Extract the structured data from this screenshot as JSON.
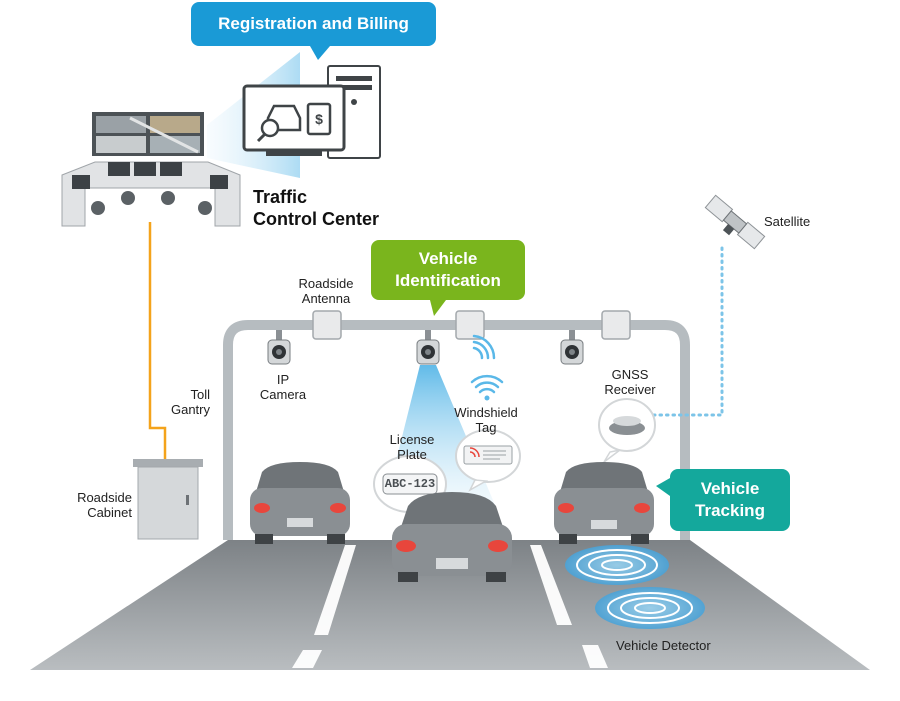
{
  "callouts": {
    "registration": "Registration and Billing",
    "identification_line1": "Vehicle",
    "identification_line2": "Identification",
    "tracking_line1": "Vehicle",
    "tracking_line2": "Tracking"
  },
  "labels": {
    "traffic_control_line1": "Traffic",
    "traffic_control_line2": "Control Center",
    "satellite": "Satellite",
    "roadside_antenna_line1": "Roadside",
    "roadside_antenna_line2": "Antenna",
    "ip_camera_line1": "IP",
    "ip_camera_line2": "Camera",
    "toll_gantry_line1": "Toll",
    "toll_gantry_line2": "Gantry",
    "gnss_line1": "GNSS",
    "gnss_line2": "Receiver",
    "windshield_line1": "Windshield",
    "windshield_line2": "Tag",
    "license_line1": "License",
    "license_line2": "Plate",
    "plate_number": "ABC-123",
    "roadside_cabinet_line1": "Roadside",
    "roadside_cabinet_line2": "Cabinet",
    "vehicle_detector": "Vehicle Detector"
  },
  "colors": {
    "registration_callout": "#1a9ad6",
    "identification_callout": "#7ab51d",
    "tracking_callout": "#14a89c",
    "cable": "#f4a31b",
    "gantry": "#b6bcc0",
    "road": "#9a9fa3",
    "car": "#8a8f93",
    "satellite_link": "#7cc4e8"
  }
}
